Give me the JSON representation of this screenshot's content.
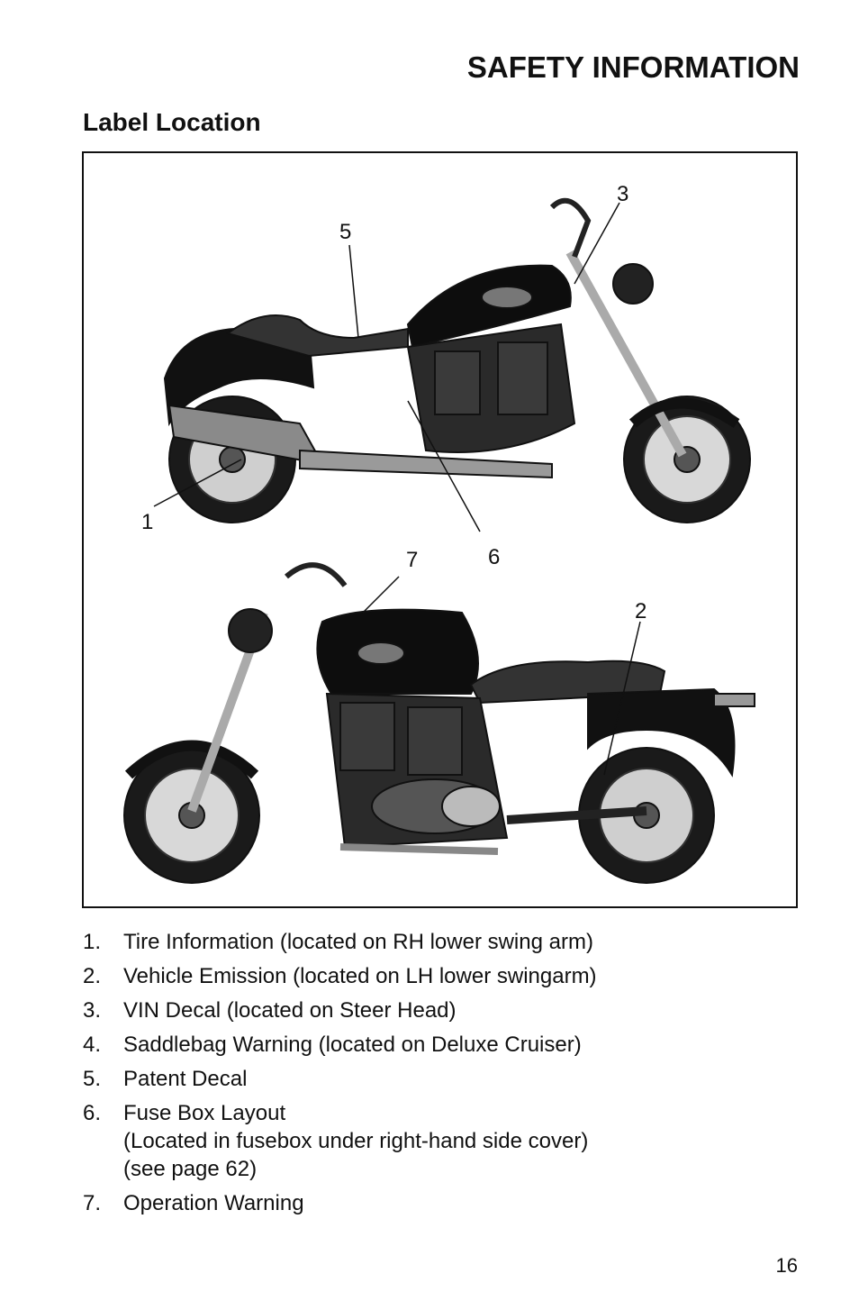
{
  "header": {
    "title": "SAFETY INFORMATION"
  },
  "section": {
    "title": "Label Location"
  },
  "figure": {
    "callouts": [
      "1",
      "2",
      "3",
      "5",
      "6",
      "7"
    ]
  },
  "legend": {
    "items": [
      {
        "number": "1.",
        "text": "Tire Information (located on RH lower swing arm)"
      },
      {
        "number": "2.",
        "text": "Vehicle Emission (located on LH lower swingarm)"
      },
      {
        "number": "3.",
        "text": "VIN Decal (located on Steer Head)"
      },
      {
        "number": "4.",
        "text": "Saddlebag Warning (located on Deluxe Cruiser)"
      },
      {
        "number": "5.",
        "text": "Patent Decal"
      },
      {
        "number": "6.",
        "text": "Fuse Box Layout",
        "line2": "(Located in fusebox under right‑hand side cover)",
        "line3": "(see page 62)"
      },
      {
        "number": "7.",
        "text": "Operation Warning"
      }
    ]
  },
  "footer": {
    "page_number": "16"
  }
}
